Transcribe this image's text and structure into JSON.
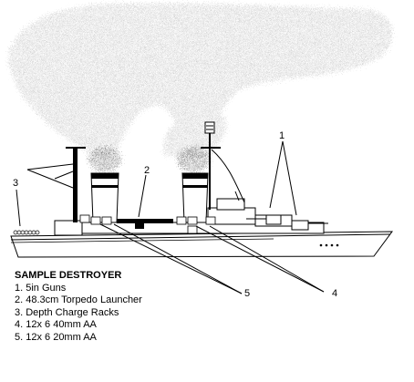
{
  "diagram": {
    "title": "SAMPLE DESTROYER",
    "legend": [
      "1. 5in Guns",
      "2. 48.3cm Torpedo Launcher",
      "3. Depth Charge Racks",
      "4. 12x 6 40mm AA",
      "5. 12x 6 20mm AA"
    ],
    "callouts": [
      "1",
      "2",
      "3",
      "4",
      "5"
    ]
  },
  "colors": {
    "ink": "#000000",
    "hull": "#ffffff",
    "smoke": "#9a9a9a",
    "smoke_dark": "#2a2a2a"
  }
}
